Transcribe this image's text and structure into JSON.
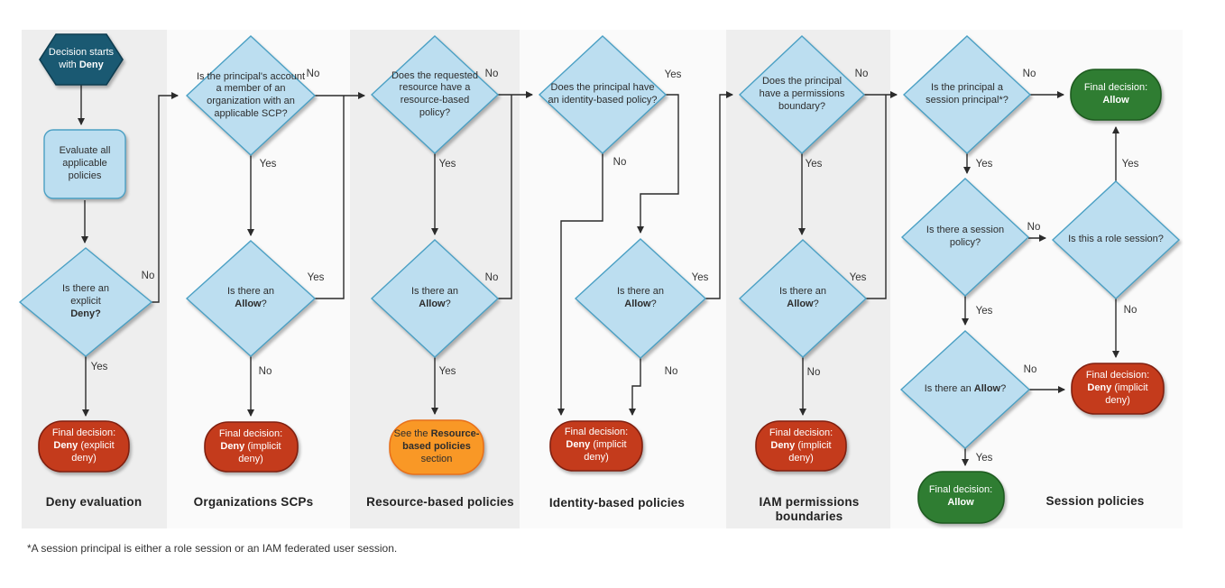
{
  "labels": {
    "yes": "Yes",
    "no": "No"
  },
  "columns": [
    {
      "label": "Deny evaluation"
    },
    {
      "label": "Organizations SCPs"
    },
    {
      "label": "Resource-based policies"
    },
    {
      "label": "Identity-based policies"
    },
    {
      "label": "IAM permissions boundaries"
    },
    {
      "label": "Session policies"
    }
  ],
  "nodes": {
    "start": {
      "segments": [
        [
          "Decision starts with ",
          0
        ],
        [
          "Deny",
          1
        ]
      ]
    },
    "evaluate": {
      "segments": [
        [
          "Evaluate all applicable policies",
          0
        ]
      ]
    },
    "explicit_deny_q": {
      "segments": [
        [
          "Is there an explicit ",
          0
        ],
        [
          "Deny?",
          1
        ]
      ]
    },
    "scp_member_q": {
      "segments": [
        [
          "Is the principal's account a member of an organization with an applicable SCP?",
          0
        ]
      ]
    },
    "resource_policy_q": {
      "segments": [
        [
          "Does the requested resource have a resource-based policy?",
          0
        ]
      ]
    },
    "identity_policy_q": {
      "segments": [
        [
          "Does the principal have an identity-based policy?",
          0
        ]
      ]
    },
    "permissions_boundary_q": {
      "segments": [
        [
          "Does the principal have a permissions boundary?",
          0
        ]
      ]
    },
    "session_principal_q": {
      "segments": [
        [
          "Is the principal a session principal*?",
          0
        ]
      ]
    },
    "session_policy_q": {
      "segments": [
        [
          "Is there a session policy?",
          0
        ]
      ]
    },
    "role_session_q": {
      "segments": [
        [
          "Is this a role session?",
          0
        ]
      ]
    },
    "allow_q": {
      "segments": [
        [
          "Is there an ",
          0
        ],
        [
          "Allow",
          1
        ],
        [
          "?",
          0
        ]
      ]
    },
    "deny_explicit": {
      "segments": [
        [
          "Final decision: ",
          0
        ],
        [
          "Deny",
          1
        ],
        [
          " (explicit deny)",
          0
        ]
      ]
    },
    "deny_implicit": {
      "segments": [
        [
          "Final decision: ",
          0
        ],
        [
          "Deny",
          1
        ],
        [
          " (implicit deny)",
          0
        ]
      ]
    },
    "allow_final": {
      "segments": [
        [
          "Final decision: ",
          0
        ],
        [
          "Allow",
          1
        ]
      ]
    },
    "see_resource": {
      "segments": [
        [
          "See the ",
          0
        ],
        [
          "Resource-based policies",
          1
        ],
        [
          " section",
          0
        ]
      ]
    }
  },
  "footnote": "*A session principal is either a role session or an IAM federated user session.",
  "colors": {
    "diamond_fill": "#BCDEF0",
    "diamond_stroke": "#4BA0C4",
    "start_fill": "#1A5972",
    "deny_fill": "#C43B1C",
    "allow_fill": "#2F7D32",
    "info_fill": "#F99826",
    "stripe_gray": "#EEEEEE",
    "stripe_light": "#FAFAFA"
  }
}
